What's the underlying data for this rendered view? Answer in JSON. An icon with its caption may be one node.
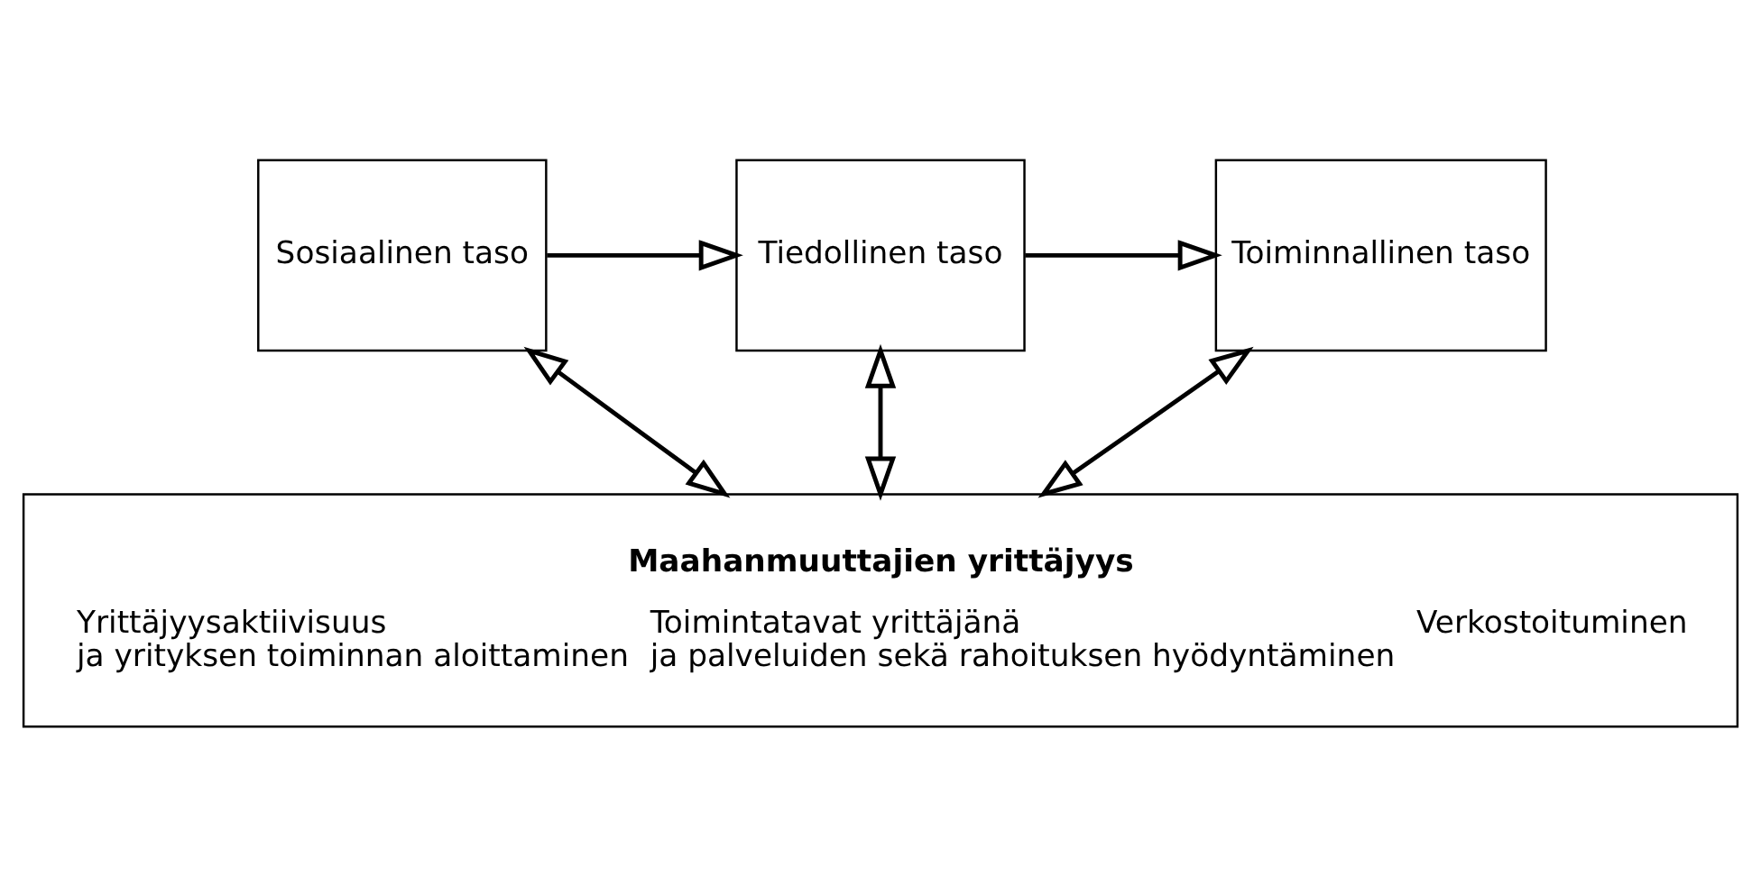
{
  "diagram": {
    "nodes": [
      {
        "text": [
          "Sosiaalinen taso"
        ]
      },
      {
        "text": [
          "Tiedollinen taso"
        ]
      },
      {
        "text": [
          "Toiminnallinen taso"
        ]
      },
      {
        "text": [
          "Maahanmuuttajien yrittäjyys",
          "Yrittäjyysaktiivisuus ja yrityksen toiminnan aloittaminen",
          "Toimintatavat yrittäjänä ja palveluiden sekä rahoituksen hyödyntäminen",
          "Verkostoituminen"
        ]
      }
    ],
    "edges": [
      {
        "from": 0,
        "to": 1,
        "arrow": "to"
      },
      {
        "from": 1,
        "to": 2,
        "arrow": "to"
      },
      {
        "from": 0,
        "to": 3,
        "arrow": "both"
      },
      {
        "from": 1,
        "to": 3,
        "arrow": "both"
      },
      {
        "from": 2,
        "to": 3,
        "arrow": "both"
      }
    ]
  }
}
